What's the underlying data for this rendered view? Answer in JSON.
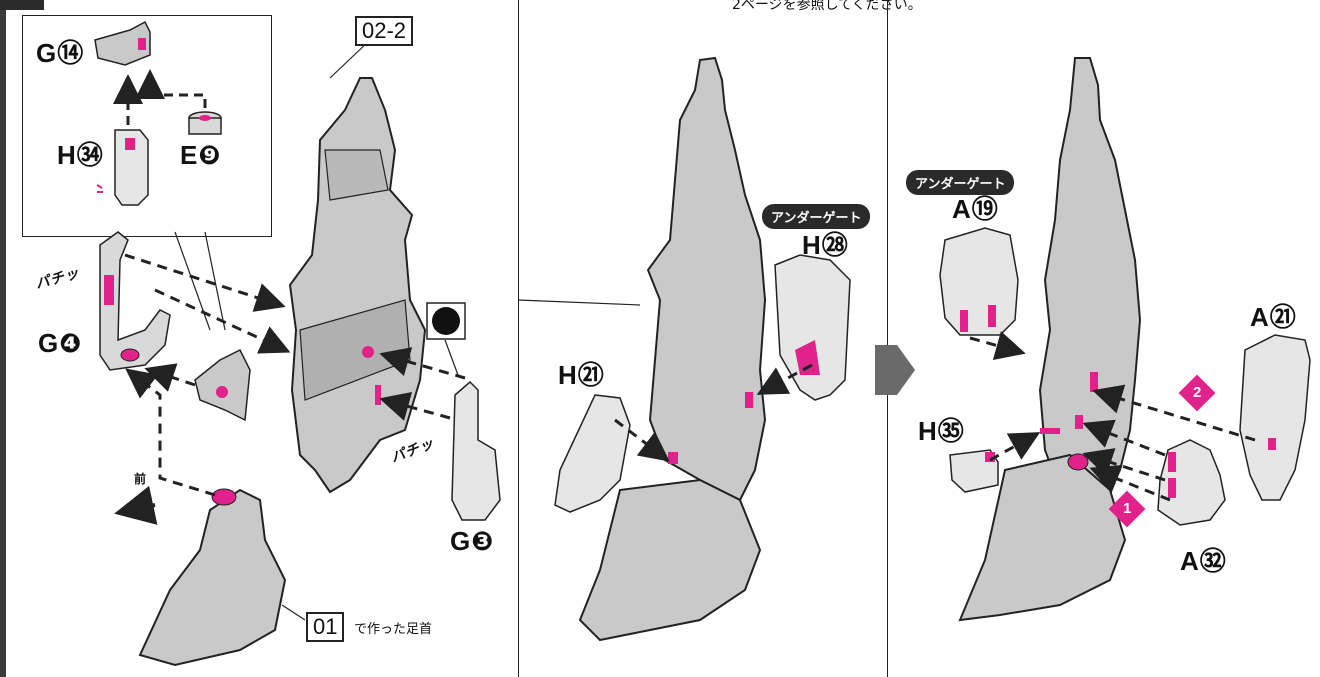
{
  "page": {
    "top_note": "2ページを参照してください。",
    "step_badge_main": "02-2",
    "step_badge_ankle": "01",
    "ankle_note": "で作った足首",
    "front_label": "前",
    "snap_sound": "パチッ"
  },
  "labels": {
    "g14": "G⑭",
    "h34": "H㉞",
    "e9": "E❾",
    "g4": "G❹",
    "g3": "G❸",
    "h21_mid": "H㉑",
    "h28": "H㉘",
    "a19": "A⑲",
    "a21": "A㉑",
    "h35": "H㉟",
    "a32": "A㉜"
  },
  "tags": {
    "under_gate": "アンダーゲート"
  },
  "steps": {
    "one": "1",
    "two": "2"
  },
  "colors": {
    "accent_pink": "#e0228a",
    "part_gray": "#c9c9c9",
    "part_dark": "#8d8d8d",
    "line": "#222222"
  }
}
